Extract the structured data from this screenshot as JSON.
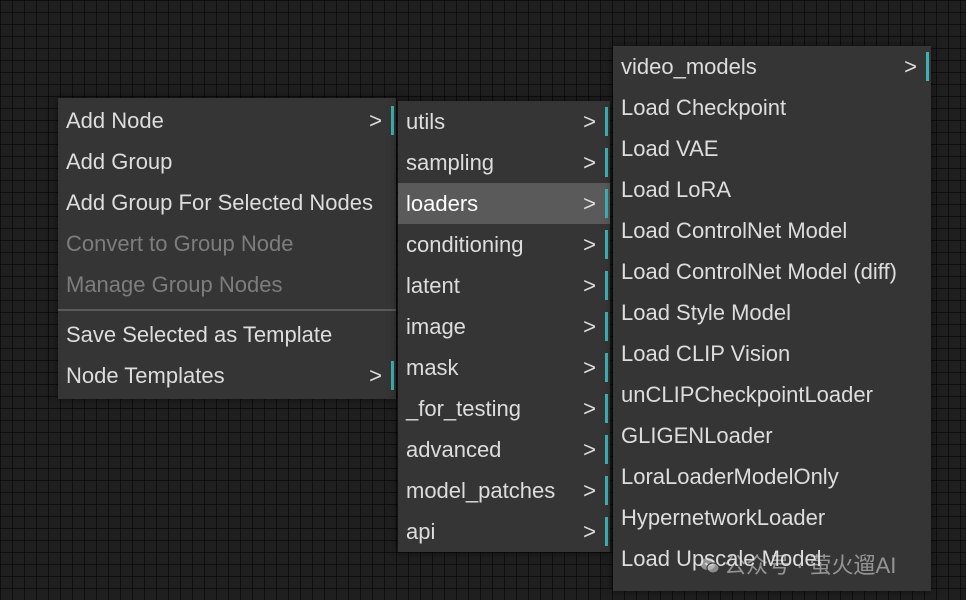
{
  "main_menu": {
    "items": [
      {
        "label": "Add Node",
        "arrow": ">",
        "disabled": false
      },
      {
        "label": "Add Group",
        "disabled": false
      },
      {
        "label": "Add Group For Selected Nodes",
        "disabled": false
      },
      {
        "label": "Convert to Group Node",
        "disabled": true
      },
      {
        "label": "Manage Group Nodes",
        "disabled": true
      },
      {
        "label": "Save Selected as Template",
        "disabled": false
      },
      {
        "label": "Node Templates",
        "arrow": ">",
        "disabled": false
      }
    ]
  },
  "category_menu": {
    "items": [
      {
        "label": "utils",
        "arrow": ">"
      },
      {
        "label": "sampling",
        "arrow": ">"
      },
      {
        "label": "loaders",
        "arrow": ">",
        "highlighted": true
      },
      {
        "label": "conditioning",
        "arrow": ">"
      },
      {
        "label": "latent",
        "arrow": ">"
      },
      {
        "label": "image",
        "arrow": ">"
      },
      {
        "label": "mask",
        "arrow": ">"
      },
      {
        "label": "_for_testing",
        "arrow": ">"
      },
      {
        "label": "advanced",
        "arrow": ">"
      },
      {
        "label": "model_patches",
        "arrow": ">"
      },
      {
        "label": "api",
        "arrow": ">"
      }
    ]
  },
  "loaders_menu": {
    "items": [
      {
        "label": "video_models",
        "arrow": ">"
      },
      {
        "label": "Load Checkpoint"
      },
      {
        "label": "Load VAE"
      },
      {
        "label": "Load LoRA"
      },
      {
        "label": "Load ControlNet Model"
      },
      {
        "label": "Load ControlNet Model (diff)"
      },
      {
        "label": "Load Style Model"
      },
      {
        "label": "Load CLIP Vision"
      },
      {
        "label": "unCLIPCheckpointLoader"
      },
      {
        "label": "GLIGENLoader"
      },
      {
        "label": "LoraLoaderModelOnly"
      },
      {
        "label": "HypernetworkLoader"
      },
      {
        "label": "Load Upscale Model"
      }
    ]
  },
  "watermark": {
    "text": "公众号 · 萤火遛AI",
    "icon": "wechat-icon"
  },
  "colors": {
    "canvas_bg": "#1f1f1f",
    "menu_bg": "#353535",
    "text": "#dddddd",
    "disabled_text": "#7d7d7d",
    "highlight_bg": "#5a5a5a",
    "submenu_indicator": "#3fb1b3"
  }
}
